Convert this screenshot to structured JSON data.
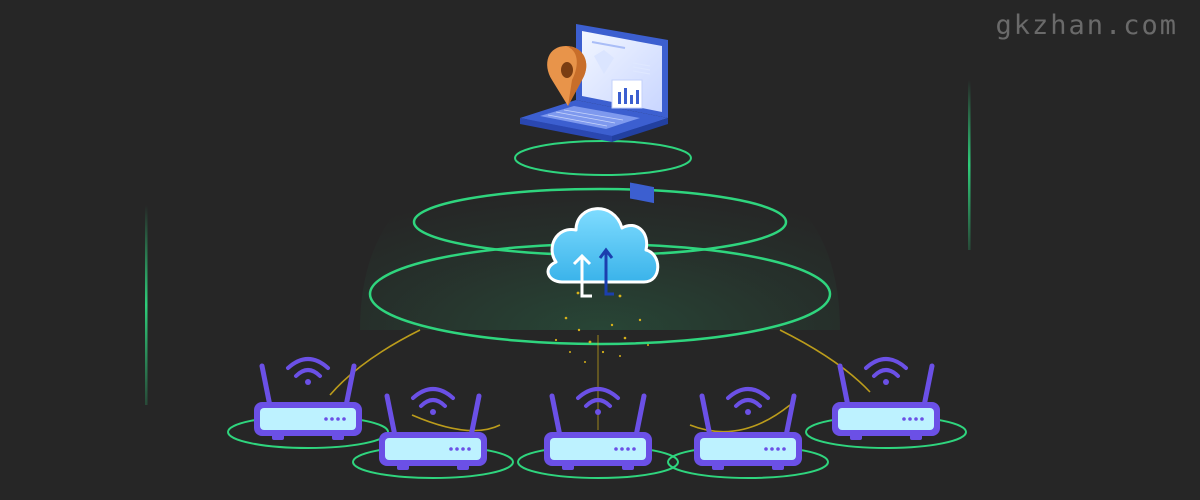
{
  "watermark": {
    "text": "gkzhan.com"
  },
  "colors": {
    "background": "#262626",
    "ring": "#2fd57e",
    "router_body": "#6b50e6",
    "router_panel": "#bdf2ff",
    "wifi": "#6b50e6",
    "cloud": "#5cc8ef",
    "laptop": "#3c5fd0",
    "pin": "#e8944a",
    "link": "#d6b11a"
  },
  "icons": [
    "laptop-icon",
    "location-pin-icon",
    "cloud-sync-icon",
    "wifi-router-icon",
    "wifi-signal-icon"
  ],
  "routers": [
    {
      "name": "router-1"
    },
    {
      "name": "router-2"
    },
    {
      "name": "router-3"
    },
    {
      "name": "router-4"
    },
    {
      "name": "router-5"
    }
  ]
}
